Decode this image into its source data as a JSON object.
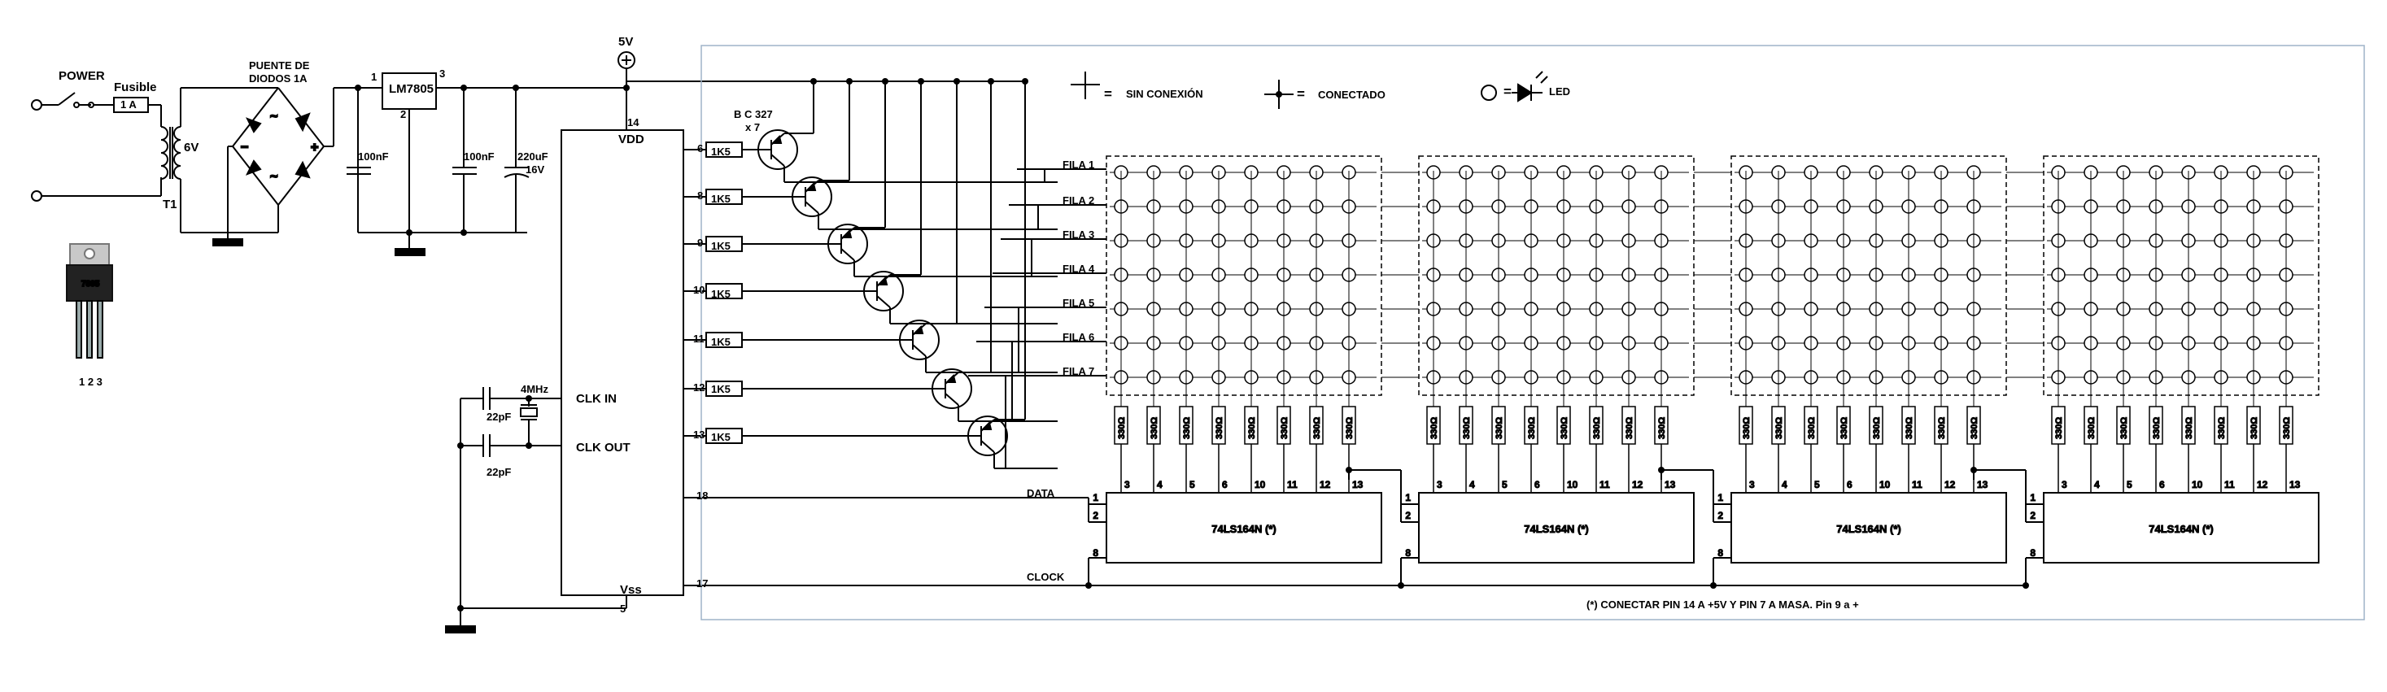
{
  "power": {
    "switch_label": "POWER",
    "fuse_label": "Fusible",
    "fuse_value": "1 A",
    "transformer_voltage": "6V",
    "transformer_name": "T1",
    "bridge_label_line1": "PUENTE DE",
    "bridge_label_line2": "DIODOS 1A",
    "regulator_name": "LM7805",
    "regulator_pins": [
      "1",
      "2",
      "3"
    ],
    "cap1_value": "100nF",
    "cap2_value": "100nF",
    "cap3_value": "220uF",
    "cap3_voltage": "16V",
    "supply_label": "5V",
    "package_text": "7805",
    "package_pins": "1 2 3"
  },
  "mcu": {
    "vdd_label": "VDD",
    "vdd_pin": "14",
    "vss_label": "Vss",
    "vss_pin": "5",
    "clkin_label": "CLK IN",
    "clkout_label": "CLK OUT",
    "crystal_label": "4MHz",
    "cap_a": "22pF",
    "cap_b": "22pF",
    "data_pin": "18",
    "clock_pin": "17",
    "row_pins": [
      "6",
      "8",
      "9",
      "10",
      "11",
      "12",
      "13"
    ],
    "row_resistor": "1K5"
  },
  "transistors": {
    "label_line1": "B C 327",
    "label_line2": "x 7"
  },
  "rows": [
    "FILA 1",
    "FILA 2",
    "FILA 3",
    "FILA 4",
    "FILA 5",
    "FILA 6",
    "FILA 7"
  ],
  "lines": {
    "data": "DATA",
    "clock": "CLOCK"
  },
  "legend": {
    "no_connection": "SIN CONEXIÓN",
    "connected": "CONECTADO",
    "led": "LED",
    "equals": "="
  },
  "column_resistor": "330Ω",
  "shift_register": {
    "name": "74LS164N (*)",
    "input_pins": [
      "1",
      "2",
      "8"
    ],
    "output_pins": [
      "3",
      "4",
      "5",
      "6",
      "10",
      "11",
      "12",
      "13"
    ]
  },
  "footnote": "(*) CONECTAR PIN 14 A +5V Y PIN 7 A MASA. Pin 9 a +"
}
